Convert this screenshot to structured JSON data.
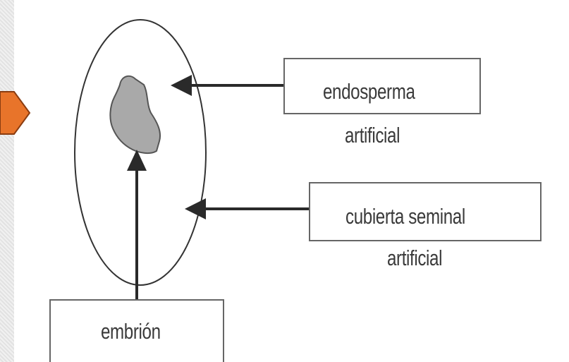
{
  "labels": {
    "endosperm_line1": "endosperma",
    "endosperm_line2": "artificial",
    "coat_line1": "cubierta seminal",
    "coat_line2": "artificial",
    "embryo": "embrión"
  },
  "colors": {
    "accent_marker": "#e8742a",
    "line": "#2a2a2a",
    "embryo_fill": "#a9a9a9",
    "box_border": "#666666"
  }
}
